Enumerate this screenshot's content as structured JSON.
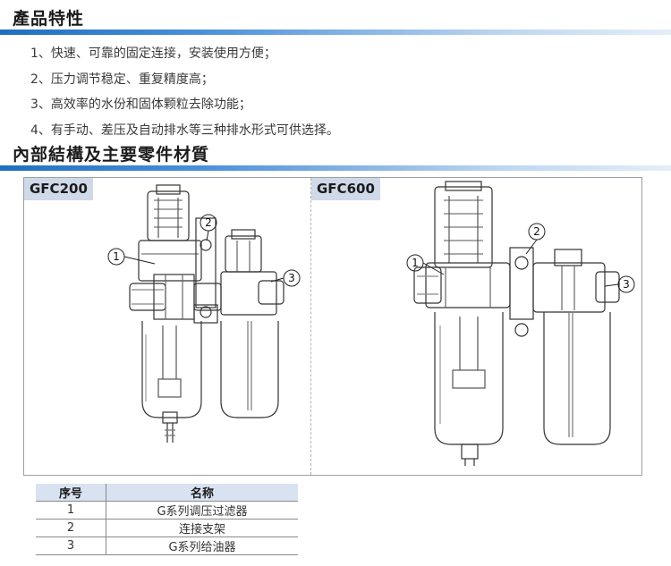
{
  "sections": {
    "features_title": "產品特性",
    "structure_title": "內部結構及主要零件材質"
  },
  "features": [
    "1、快速、可靠的固定连接，安装使用方便；",
    "2、压力调节稳定、重复精度高；",
    "3、高效率的水份和固体颗粒去除功能；",
    "4、有手动、差压及自动排水等三种排水形式可供选择。"
  ],
  "diagrams": {
    "left_model": "GFC200",
    "right_model": "GFC600",
    "callouts": [
      "1",
      "2",
      "3"
    ]
  },
  "parts_table": {
    "headers": [
      "序号",
      "名称"
    ],
    "rows": [
      [
        "1",
        "G系列调压过滤器"
      ],
      [
        "2",
        "连接支架"
      ],
      [
        "3",
        "G系列给油器"
      ]
    ]
  },
  "colors": {
    "accent_blue": "#1f6fc0",
    "table_header": "#d8e2f0",
    "label_bg": "#cfd9e8"
  }
}
